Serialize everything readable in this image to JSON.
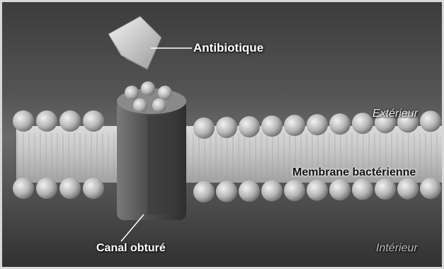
{
  "labels": {
    "antibiotique": "Antibiotique",
    "exterieur": "Extérieur",
    "membrane": "Membrane bactérienne",
    "canal": "Canal obturé",
    "interieur": "Intérieur"
  },
  "colors": {
    "background_top": "#4a4a4a",
    "background_bottom": "#3a3a3a",
    "lipid_head": "#b8b8b8",
    "channel": "#5a5a5a",
    "antibiotic": "#d0d0d0"
  }
}
